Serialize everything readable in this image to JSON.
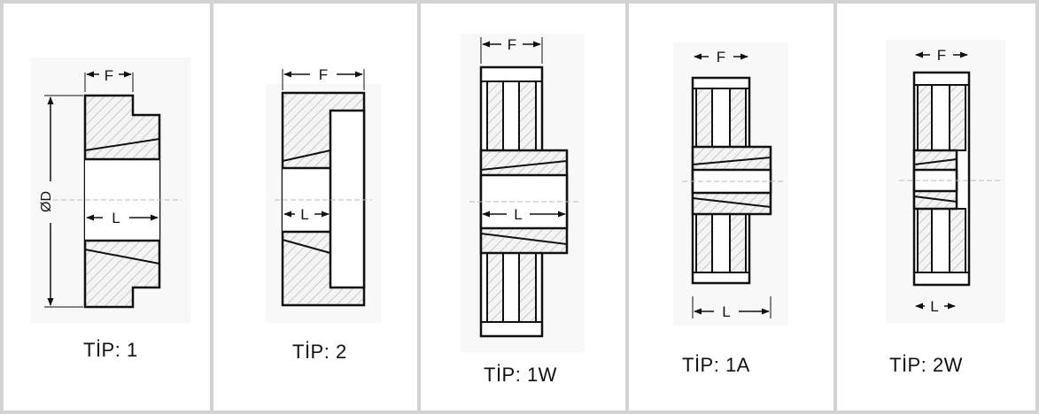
{
  "panels": [
    {
      "caption": "TİP: 1",
      "dims": {
        "face": "F",
        "length": "L",
        "diameter": "ØD"
      }
    },
    {
      "caption": "TİP: 2",
      "dims": {
        "face": "F",
        "length": "L"
      }
    },
    {
      "caption": "TİP: 1W",
      "dims": {
        "face": "F",
        "length": "L"
      }
    },
    {
      "caption": "TİP: 1A",
      "dims": {
        "face": "F",
        "length": "L"
      }
    },
    {
      "caption": "TİP: 2W",
      "dims": {
        "face": "F",
        "length": "L"
      }
    }
  ],
  "colors": {
    "border": "#d3d3d3",
    "stroke": "#111111",
    "hatch": "#c8c8c8",
    "drawing_bg": "#f7f7f7"
  }
}
